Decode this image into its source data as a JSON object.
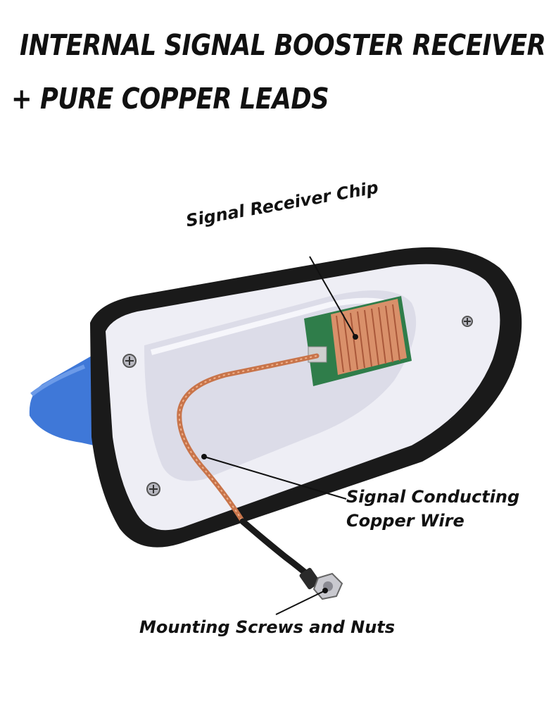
{
  "headline": {
    "line1": "Internal Signal Booster Receiver",
    "line2": "+ Pure Copper Leads"
  },
  "callouts": {
    "chip": "Signal Receiver Chip",
    "wire_line1": "Signal Conducting",
    "wire_line2": "Copper Wire",
    "screws": "Mounting Screws and Nuts"
  },
  "colors": {
    "shell_blue": "#3f78d8",
    "rim_black": "#1a1a1a",
    "inner_white": "#eeeef5",
    "pcb_green": "#2f7d4a",
    "copper": "#c8744a"
  }
}
